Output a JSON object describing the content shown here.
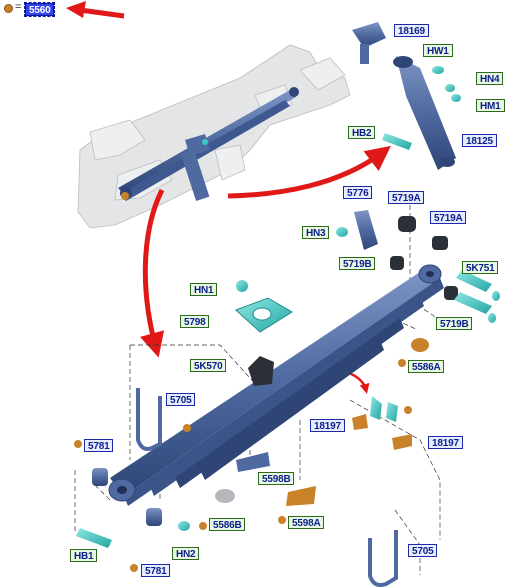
{
  "legend": {
    "symbol": "=",
    "part": "5560"
  },
  "colors": {
    "part_fill": "#4f6aa0",
    "part_dark": "#2e4576",
    "frame": "#d9dadc",
    "cyan": "#3cc7c4",
    "orange": "#c9822a",
    "arrow": "#e01818"
  },
  "callouts": [
    {
      "id": "18169",
      "text": "18169",
      "style": "blue"
    },
    {
      "id": "HW1",
      "text": "HW1",
      "style": "green"
    },
    {
      "id": "HN4",
      "text": "HN4",
      "style": "green"
    },
    {
      "id": "HM1",
      "text": "HM1",
      "style": "green"
    },
    {
      "id": "HB2",
      "text": "HB2",
      "style": "green"
    },
    {
      "id": "18125",
      "text": "18125",
      "style": "blue"
    },
    {
      "id": "5776",
      "text": "5776",
      "style": "blue"
    },
    {
      "id": "5719A_1",
      "text": "5719A",
      "style": "blue"
    },
    {
      "id": "5719A_2",
      "text": "5719A",
      "style": "blue"
    },
    {
      "id": "HN3",
      "text": "HN3",
      "style": "green"
    },
    {
      "id": "5719B_1",
      "text": "5719B",
      "style": "green"
    },
    {
      "id": "5K751",
      "text": "5K751",
      "style": "green"
    },
    {
      "id": "5719B_2",
      "text": "5719B",
      "style": "green"
    },
    {
      "id": "HN1_top",
      "text": "HN1",
      "style": "green"
    },
    {
      "id": "5798",
      "text": "5798",
      "style": "green"
    },
    {
      "id": "5K570",
      "text": "5K570",
      "style": "green"
    },
    {
      "id": "5586A",
      "text": "5586A",
      "style": "green"
    },
    {
      "id": "5705_1",
      "text": "5705",
      "style": "blue"
    },
    {
      "id": "18197_1",
      "text": "18197",
      "style": "blue"
    },
    {
      "id": "18197_2",
      "text": "18197",
      "style": "blue"
    },
    {
      "id": "5781_1",
      "text": "5781",
      "style": "blue"
    },
    {
      "id": "5598B",
      "text": "5598B",
      "style": "green"
    },
    {
      "id": "5586B",
      "text": "5586B",
      "style": "green"
    },
    {
      "id": "5598A",
      "text": "5598A",
      "style": "green"
    },
    {
      "id": "HB1",
      "text": "HB1",
      "style": "green"
    },
    {
      "id": "HN2",
      "text": "HN2",
      "style": "green"
    },
    {
      "id": "5705_2",
      "text": "5705",
      "style": "blue"
    },
    {
      "id": "5781_2",
      "text": "5781",
      "style": "blue"
    }
  ]
}
